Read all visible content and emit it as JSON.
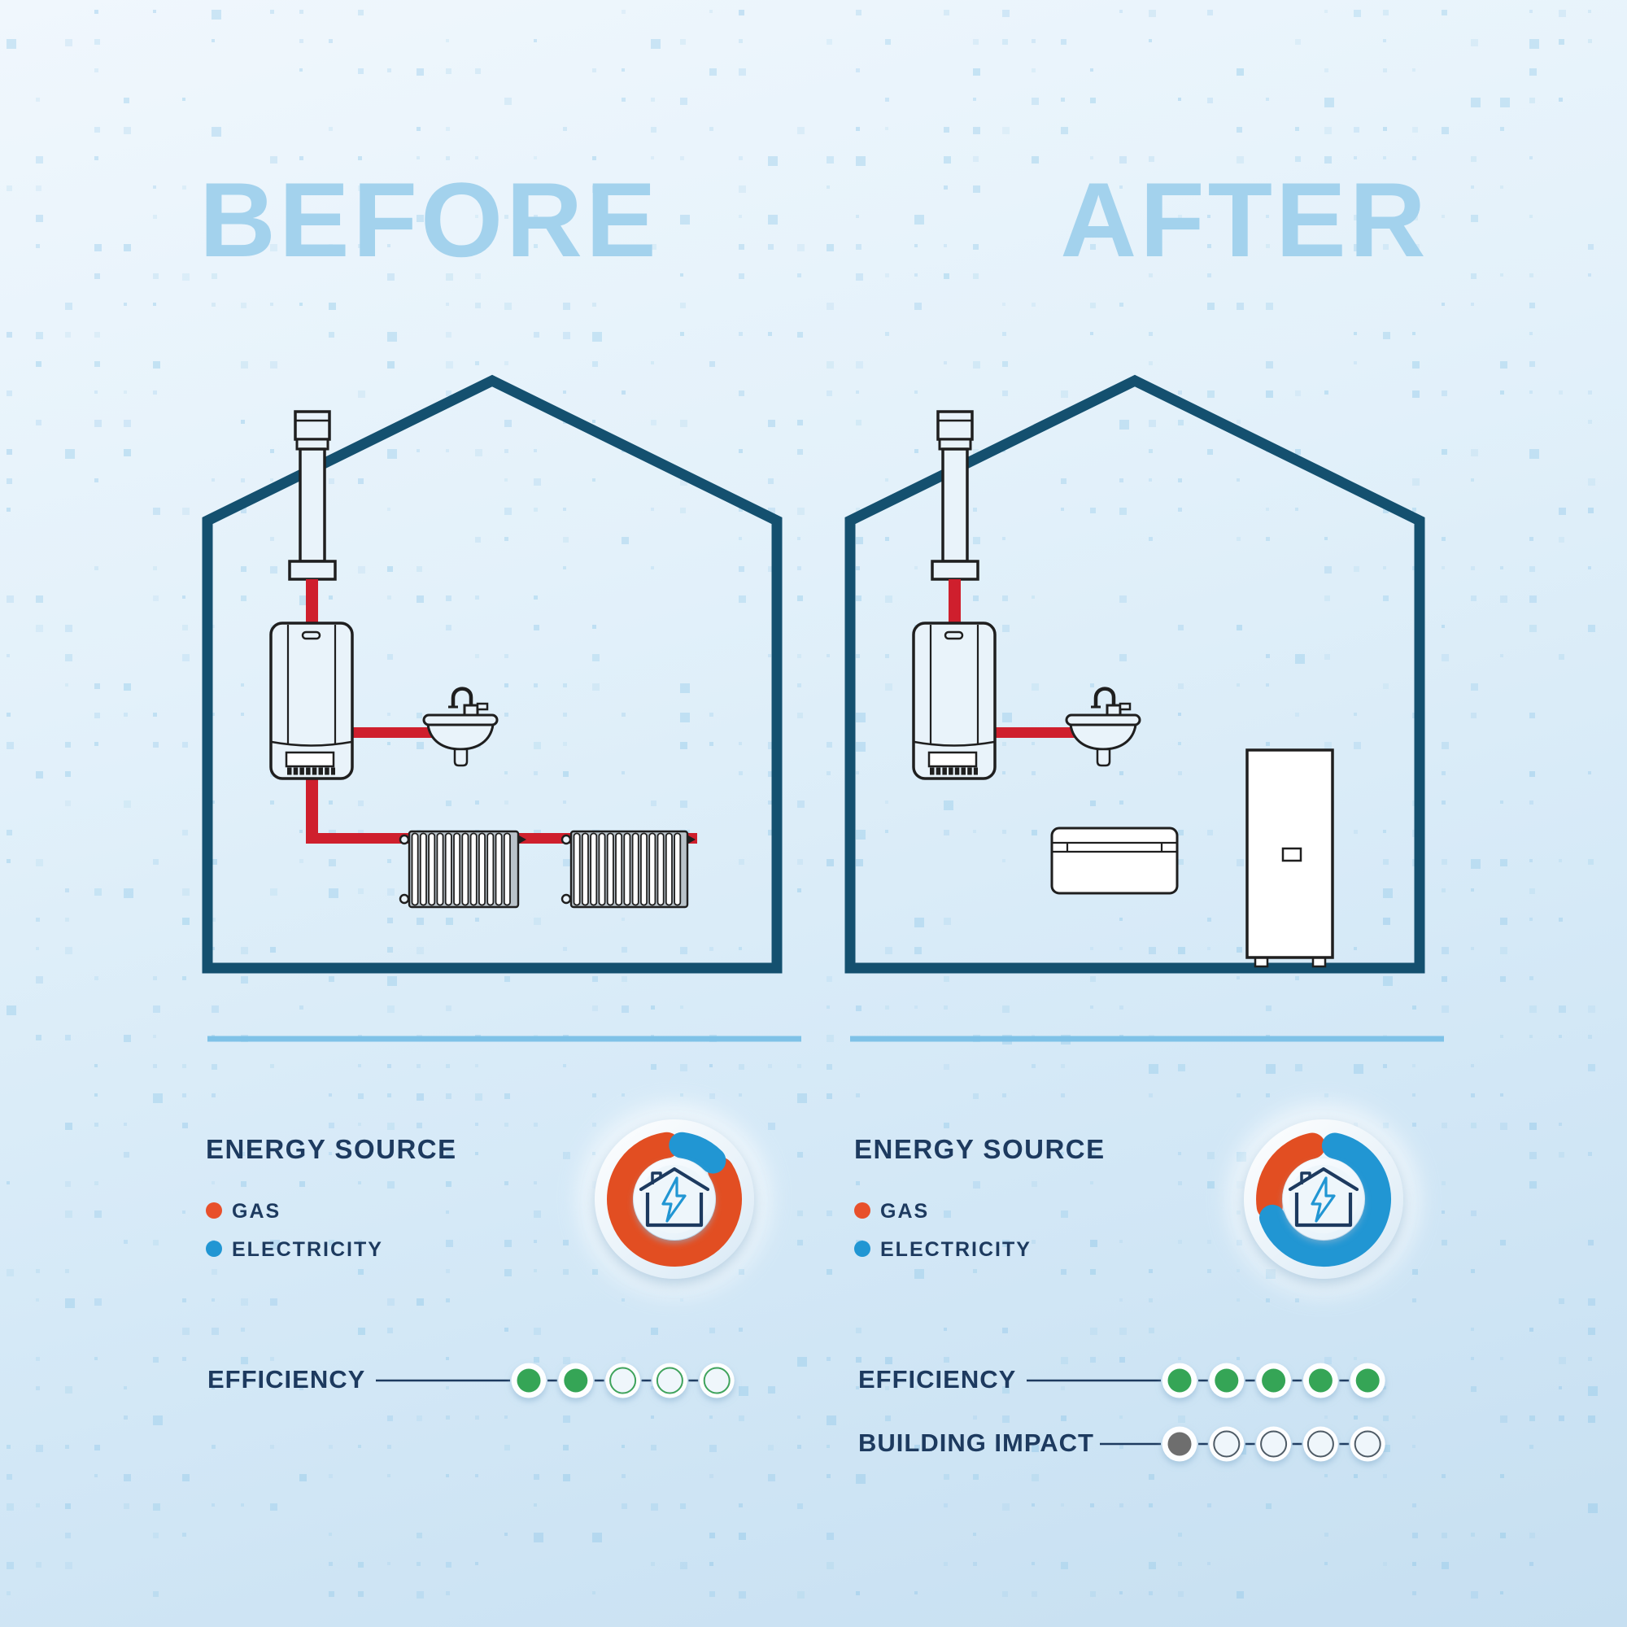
{
  "page": {
    "bg_top": "#f0f7fd",
    "bg_bottom": "#c6dff1",
    "pattern_color": "#7fc0e6",
    "house_color": "#14506f",
    "pipe_color": "#cf1f2d",
    "equipment_stroke": "#1f1f1f",
    "text_color": "#1d3a5f",
    "title_color": "#a3d2ed",
    "divider_color": "#7fc2e7"
  },
  "panels": [
    {
      "id": "before",
      "title": "BEFORE",
      "equipment": [
        "roof-flue",
        "gas-boiler",
        "sink",
        "radiator",
        "radiator"
      ],
      "energy_source": {
        "heading": "ENERGY SOURCE",
        "items": [
          {
            "label": "GAS",
            "color": "#e8502b"
          },
          {
            "label": "ELECTRICITY",
            "color": "#2196d3"
          }
        ]
      },
      "donut": {
        "icon": "house-lightning-icon",
        "segments": [
          {
            "label": "GAS",
            "percent": 85,
            "color": "#e24e22",
            "start_deg": 58,
            "end_deg": 352
          },
          {
            "label": "ELECTRICITY",
            "percent": 15,
            "color": "#2196d3",
            "start_deg": 8,
            "end_deg": 45
          }
        ]
      },
      "ratings": [
        {
          "label": "EFFICIENCY",
          "value": 2,
          "max": 5,
          "fill_color": "#35a556",
          "empty_stroke": "#3fa35c"
        }
      ]
    },
    {
      "id": "after",
      "title": "AFTER",
      "equipment": [
        "roof-flue",
        "gas-boiler",
        "sink",
        "indoor-fan-coil-unit",
        "heat-pump-cylinder-unit"
      ],
      "energy_source": {
        "heading": "ENERGY SOURCE",
        "items": [
          {
            "label": "GAS",
            "color": "#e8502b"
          },
          {
            "label": "ELECTRICITY",
            "color": "#2196d3"
          }
        ]
      },
      "donut": {
        "icon": "house-lightning-icon",
        "segments": [
          {
            "label": "GAS",
            "percent": 30,
            "color": "#e24e22",
            "start_deg": 262,
            "end_deg": 348
          },
          {
            "label": "ELECTRICITY",
            "percent": 70,
            "color": "#2196d3",
            "start_deg": 12,
            "end_deg": 250
          }
        ]
      },
      "ratings": [
        {
          "label": "EFFICIENCY",
          "value": 5,
          "max": 5,
          "fill_color": "#35a556",
          "empty_stroke": "#3fa35c"
        },
        {
          "label": "BUILDING IMPACT",
          "value": 1,
          "max": 5,
          "fill_color": "#6e6e6e",
          "empty_stroke": "#4e5b66"
        }
      ]
    }
  ],
  "chart_data": [
    {
      "type": "pie",
      "title": "BEFORE energy source",
      "labels": [
        "GAS",
        "ELECTRICITY"
      ],
      "values": [
        85,
        15
      ],
      "colors": [
        "#e24e22",
        "#2196d3"
      ],
      "legend_position": "left"
    },
    {
      "type": "pie",
      "title": "AFTER energy source",
      "labels": [
        "GAS",
        "ELECTRICITY"
      ],
      "values": [
        30,
        70
      ],
      "colors": [
        "#e24e22",
        "#2196d3"
      ],
      "legend_position": "left"
    },
    {
      "type": "rating",
      "title": "BEFORE efficiency",
      "value": 2,
      "max": 5
    },
    {
      "type": "rating",
      "title": "AFTER efficiency",
      "value": 5,
      "max": 5
    },
    {
      "type": "rating",
      "title": "AFTER building impact",
      "value": 1,
      "max": 5
    }
  ]
}
